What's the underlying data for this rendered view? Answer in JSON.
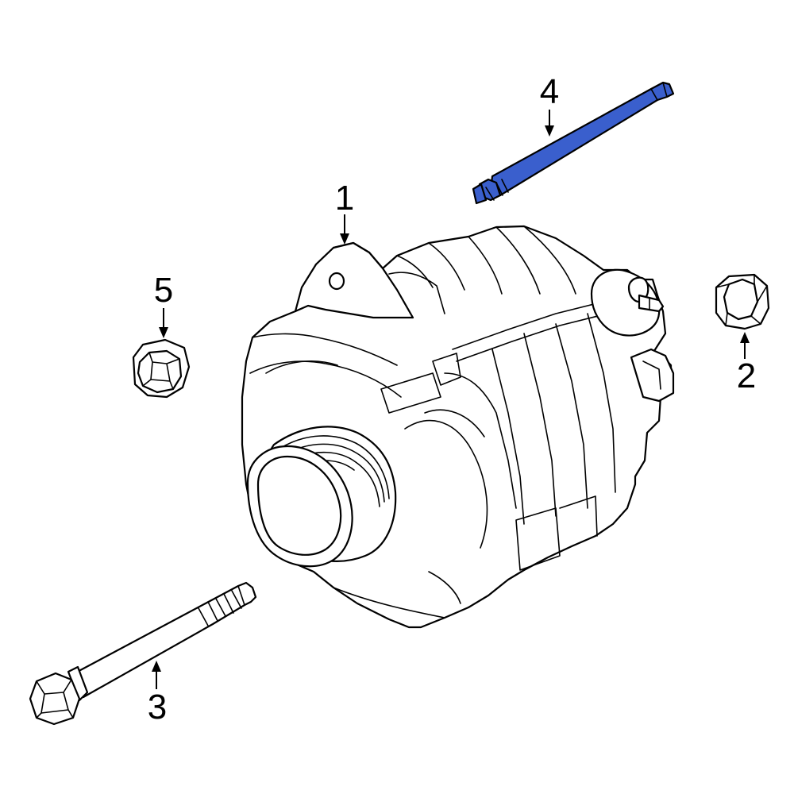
{
  "callouts": [
    {
      "id": "1",
      "label": "1"
    },
    {
      "id": "2",
      "label": "2"
    },
    {
      "id": "3",
      "label": "3"
    },
    {
      "id": "4",
      "label": "4"
    },
    {
      "id": "5",
      "label": "5"
    }
  ],
  "colors": {
    "line": "#000000",
    "background": "#ffffff",
    "highlight": "#3a5fcd"
  },
  "highlighted_part": "4"
}
